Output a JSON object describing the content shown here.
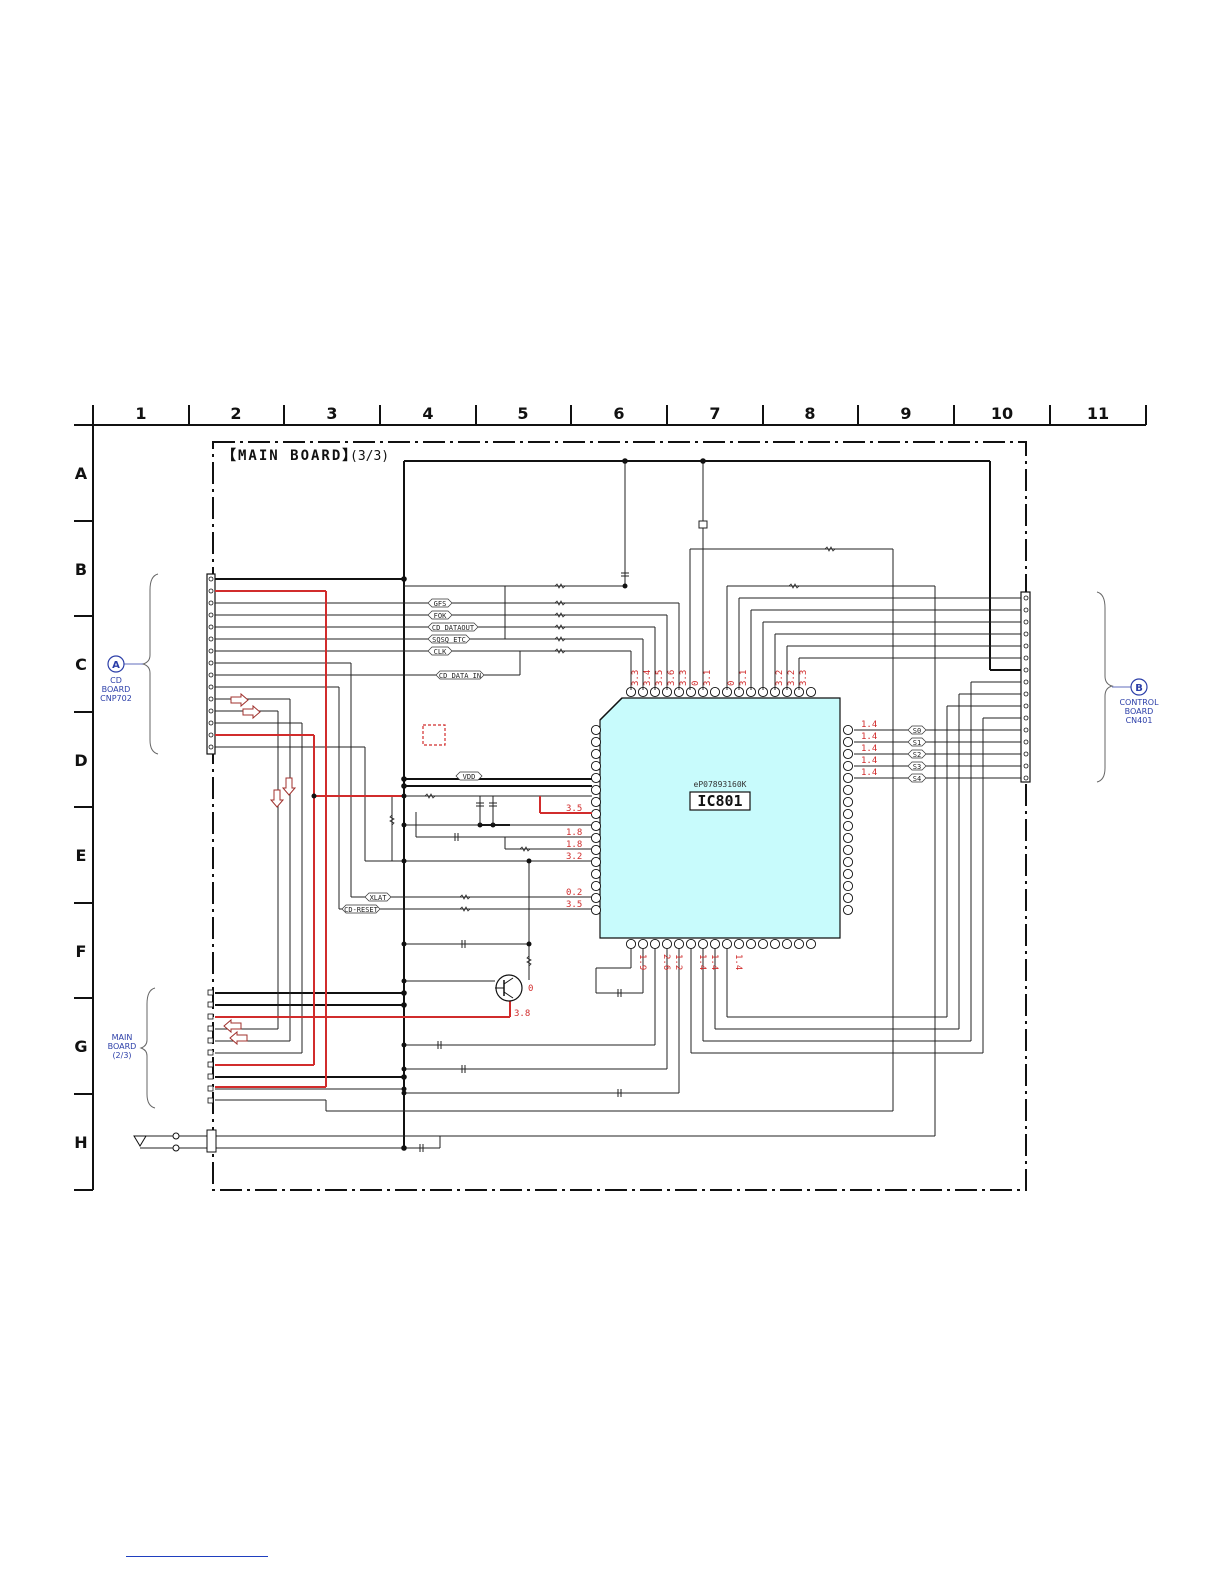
{
  "diagram": {
    "title": "【MAIN BOARD】(3/3)",
    "title_main": "【MAIN BOARD】",
    "title_sub": "(3/3)",
    "column_labels": [
      "1",
      "2",
      "3",
      "4",
      "5",
      "6",
      "7",
      "8",
      "9",
      "10",
      "11"
    ],
    "row_labels": [
      "A",
      "B",
      "C",
      "D",
      "E",
      "F",
      "G",
      "H"
    ],
    "ic": {
      "name": "IC801",
      "part": "eP07893160K"
    },
    "connectors": {
      "cd_board": {
        "badge": "A",
        "lines": [
          "CD",
          "BOARD",
          "CNP702"
        ]
      },
      "control_board": {
        "badge": "B",
        "lines": [
          "CONTROL",
          "BOARD",
          "CN401"
        ]
      },
      "main_board_2": {
        "lines": [
          "MAIN",
          "BOARD",
          "(2/3)"
        ]
      }
    },
    "signals": {
      "gfs": "GFS",
      "fok": "FOK",
      "cd_dataout": "CD DATAOUT",
      "sqsq_etc": "SQSQ ETC",
      "clk": "CLK",
      "cd_data_in": "CD DATA IN",
      "vdd": "VDD",
      "xlat": "XLAT",
      "cd_reset": "CD-RESET",
      "s0": "S0",
      "s1": "S1",
      "s2": "S2",
      "s3": "S3",
      "s4": "S4"
    },
    "voltages": {
      "top_pins": [
        "3.3",
        "3.4",
        "3.5",
        "3.6",
        "3.3",
        "0",
        "3.1",
        "0",
        "3.1",
        "3.2",
        "3.2",
        "3.3"
      ],
      "right_pins": [
        "1.4",
        "1.4",
        "1.4",
        "1.4",
        "1.4"
      ],
      "left_pins": [
        "3.5",
        "1.8",
        "1.8",
        "3.2",
        "0.2",
        "3.5"
      ],
      "bottom_pins": [
        "1.9",
        "2.6",
        "1.2",
        "1.4",
        "1.4",
        "1.4"
      ],
      "transistor_c": "0",
      "transistor_e": "3.8"
    },
    "colors": {
      "ic_fill": "#c8fbfc",
      "red_trace": "#d12c2c",
      "blue_ref": "#2b3ea8",
      "line": "#111111"
    }
  }
}
